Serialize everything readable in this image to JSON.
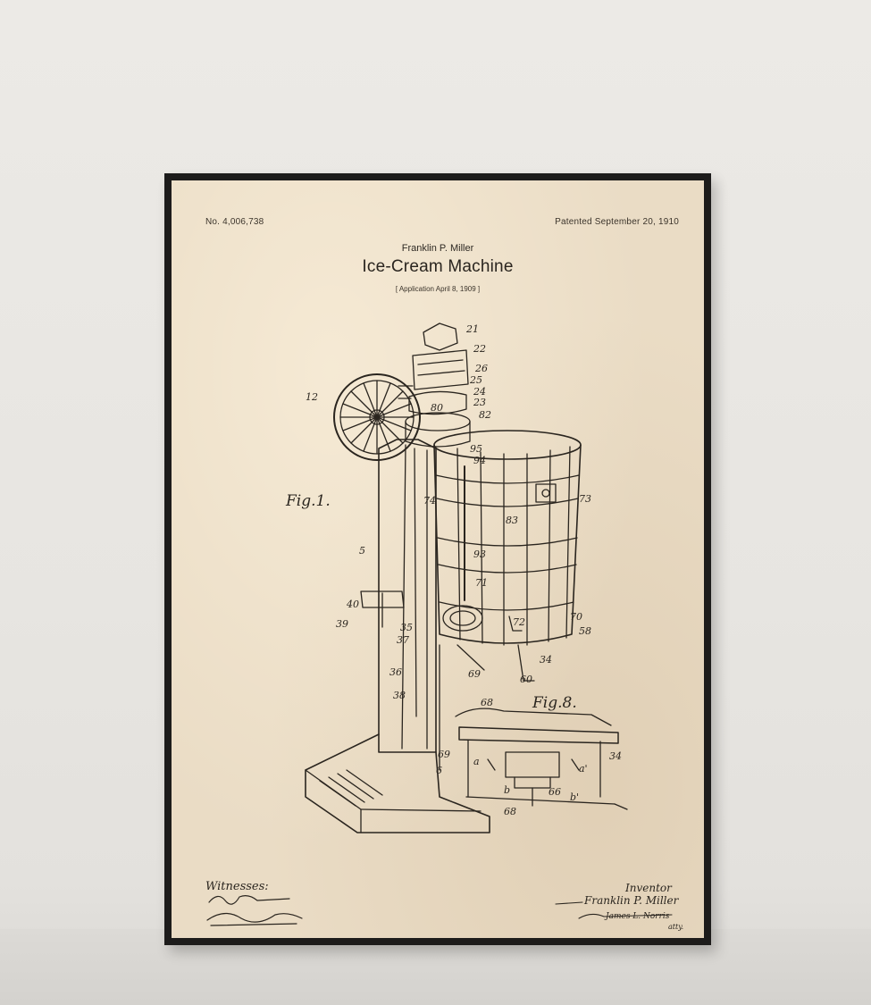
{
  "poster": {
    "patent_number": "No. 4,006,738",
    "patented_date": "Patented September 20, 1910",
    "inventor_name": "Franklin P. Miller",
    "title": "Ice-Cream Machine",
    "application": "[ Application April 8, 1909 ]",
    "figure_labels": [
      "Fig.1.",
      "Fig.8."
    ],
    "witnesses_label": "Witnesses:",
    "inventor_label": "Inventor",
    "inventor_signature": "Franklin P. Miller",
    "attorney_signature": "James L. Norris",
    "attorney_suffix": "atty.",
    "part_numbers": [
      "21",
      "22",
      "26",
      "25",
      "24",
      "23",
      "12",
      "80",
      "82",
      "95",
      "94",
      "74",
      "73",
      "83",
      "5",
      "93",
      "71",
      "40",
      "39",
      "35",
      "37",
      "72",
      "70",
      "58",
      "34",
      "36",
      "60",
      "69",
      "68",
      "38",
      "69",
      "34",
      "a",
      "a'",
      "b",
      "b'",
      "66",
      "68",
      "6"
    ]
  },
  "colors": {
    "paper": "#eadcc5",
    "ink": "#2a251f",
    "frame": "#1d1c1b",
    "wall": "#eceae6"
  }
}
